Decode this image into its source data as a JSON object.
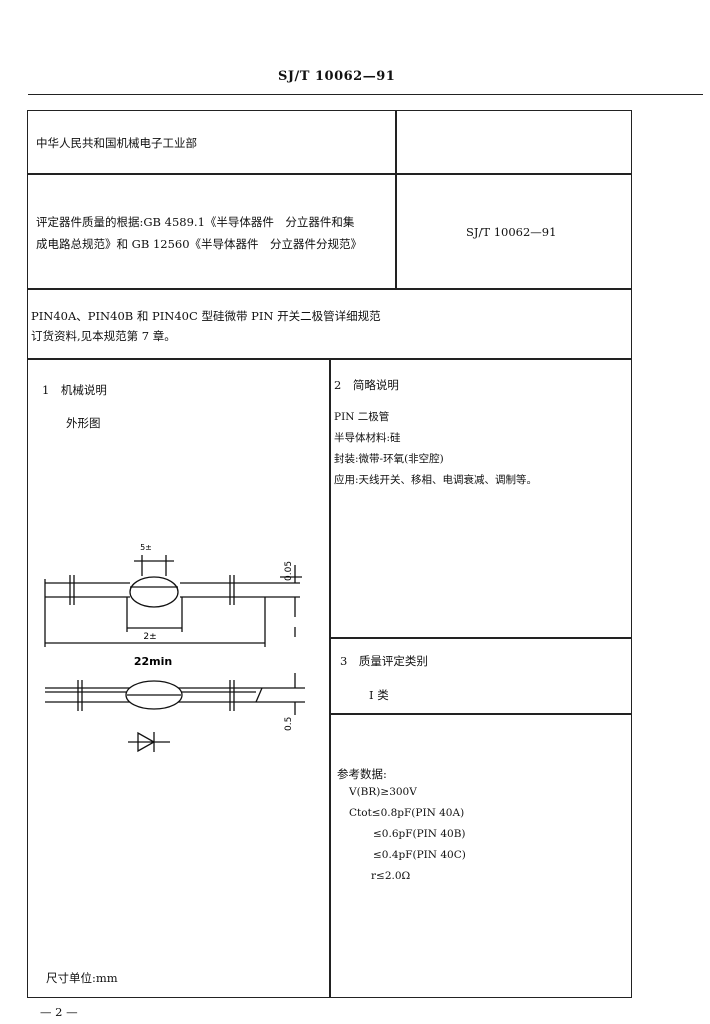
{
  "header": {
    "standard_code": "SJ/T 10062—91"
  },
  "box1": {
    "ministry": "中华人民共和国机械电子工业部"
  },
  "box2": {
    "basis_line1": "评定器件质量的根据:GB 4589.1《半导体器件　分立器件和集",
    "basis_line2": "成电路总规范》和 GB 12560《半导体器件　分立器件分规范》",
    "spec_number": "SJ/T 10062—91"
  },
  "box3": {
    "title_line1": "PIN40A、PIN40B 和 PIN40C 型硅微带 PIN 开关二极管详细规范",
    "title_line2": "订货资料,见本规范第 7 章。"
  },
  "section1": {
    "heading": "1　机械说明",
    "subheading": "外形图",
    "unit_note": "尺寸单位:mm"
  },
  "drawing": {
    "dim_top": "5±",
    "dim_thickness_top": "0.05",
    "dim_body": "2±",
    "dim_total": "22min",
    "dim_thickness_bottom": "0.5"
  },
  "section2": {
    "heading": "2　简略说明",
    "lines": [
      "PIN 二极管",
      "半导体材料:硅",
      "封装:微带-环氧(非空腔)",
      "应用:天线开关、移相、电调衰减、调制等。"
    ]
  },
  "section3": {
    "heading": "3　质量评定类别",
    "category": "I 类"
  },
  "reference": {
    "heading": "参考数据:",
    "v_line": "V(BR)≥300V",
    "c_line_a": "Ctot≤0.8pF(PIN 40A)",
    "c_line_b": "≤0.6pF(PIN 40B)",
    "c_line_c": "≤0.4pF(PIN 40C)",
    "r_line": "r≤2.0Ω"
  },
  "footer": {
    "page_number": "— 2 —"
  }
}
